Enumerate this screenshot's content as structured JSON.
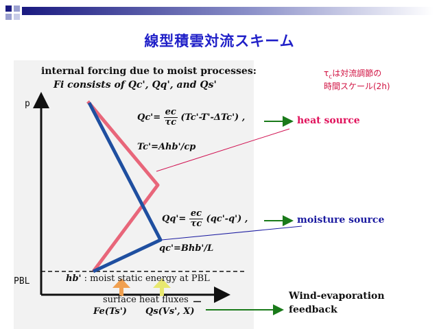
{
  "title": "線型積雲対流スキーム",
  "tau_note": {
    "symbol": "τ",
    "sub": "c",
    "line1_rest": "は対流調節の",
    "line2": "時間スケール(2h)"
  },
  "header": {
    "line1": "internal forcing due to moist processes:",
    "line2": "Fi consists of Qc', Qq', and Qs'"
  },
  "axis": {
    "p": "p",
    "pbl": "PBL"
  },
  "eq_heat": {
    "lhs": "Qc'=",
    "num": "ec",
    "den": "τc",
    "rhs": "(Tc'-T'-ΔTc') ,"
  },
  "eq_tc": "Tc'=Ahb'/cp",
  "eq_moist": {
    "lhs": "Qq'=",
    "num": "ec",
    "den": "τc",
    "rhs": "(qc'-q') ,"
  },
  "eq_qc": "qc'=Bhb'/L",
  "hb_line": {
    "sym": "hb'",
    "rest": " : moist static energy at PBL"
  },
  "surface": {
    "label": "surface heat fluxes",
    "fe": "Fe(Ts')",
    "qs": "Qs(Vs', X)"
  },
  "outputs": {
    "heat": "heat source",
    "moisture": "moisture source",
    "wind_line1": "Wind-evaporation",
    "wind_line2": "feedback"
  },
  "colors": {
    "title": "#2020c8",
    "heat": "#e0105a",
    "moisture": "#1a1aa0",
    "pink_profile": "#e8667a",
    "blue_profile": "#1f4fa0",
    "arrow_green": "#1a7a1a"
  }
}
